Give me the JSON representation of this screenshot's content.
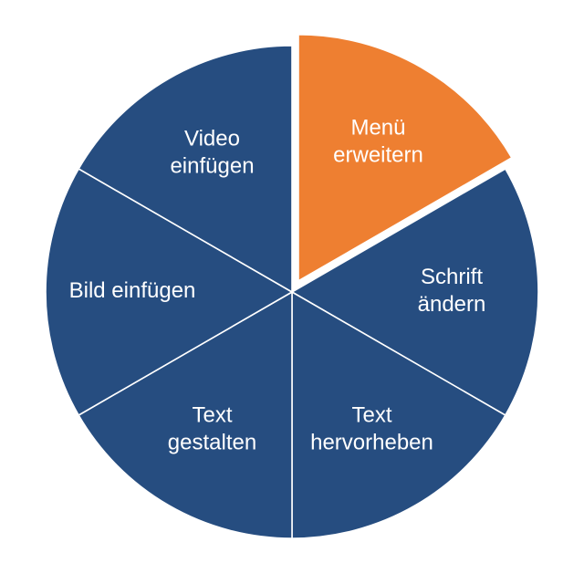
{
  "colors": {
    "segment_default": "#264d80",
    "segment_active": "#ee7f31",
    "divider": "#ffffff",
    "label": "#ffffff",
    "background": "#ffffff"
  },
  "menu": {
    "active_index": 0,
    "segments": [
      {
        "label": [
          "Menü",
          "erweitern"
        ]
      },
      {
        "label": [
          "Schrift",
          "ändern"
        ]
      },
      {
        "label": [
          "Text",
          "hervorheben"
        ]
      },
      {
        "label": [
          "Text",
          "gestalten"
        ]
      },
      {
        "label": [
          "Bild einfügen"
        ]
      },
      {
        "label": [
          "Video",
          "einfügen"
        ]
      }
    ]
  }
}
